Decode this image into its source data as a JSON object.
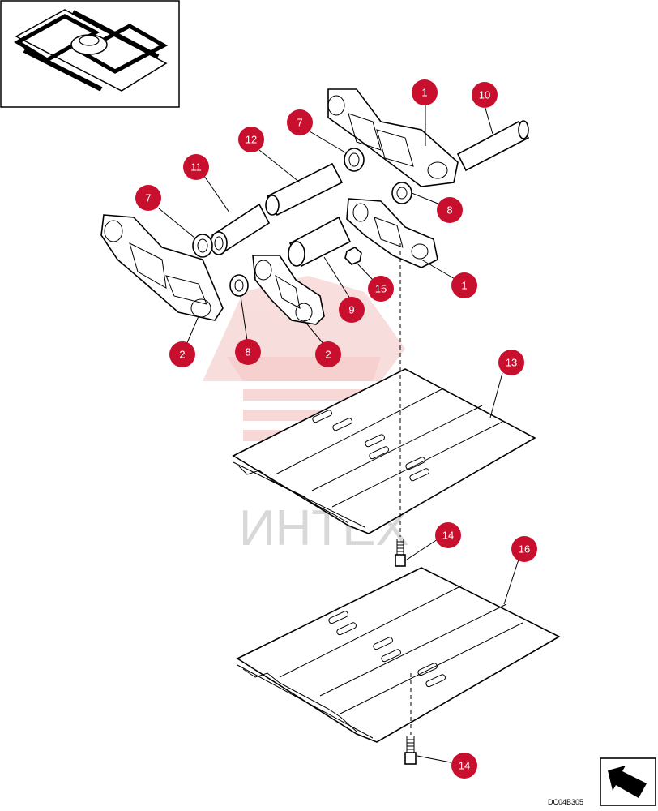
{
  "callouts": [
    {
      "id": "c1a",
      "label": "1"
    },
    {
      "id": "c10",
      "label": "10"
    },
    {
      "id": "c7a",
      "label": "7"
    },
    {
      "id": "c12",
      "label": "12"
    },
    {
      "id": "c11",
      "label": "11"
    },
    {
      "id": "c7b",
      "label": "7"
    },
    {
      "id": "c8a",
      "label": "8"
    },
    {
      "id": "c1b",
      "label": "1"
    },
    {
      "id": "c15",
      "label": "15"
    },
    {
      "id": "c9",
      "label": "9"
    },
    {
      "id": "c2a",
      "label": "2"
    },
    {
      "id": "c8b",
      "label": "8"
    },
    {
      "id": "c2b",
      "label": "2"
    },
    {
      "id": "c13",
      "label": "13"
    },
    {
      "id": "c14a",
      "label": "14"
    },
    {
      "id": "c16",
      "label": "16"
    },
    {
      "id": "c14b",
      "label": "14"
    }
  ],
  "colors": {
    "callout_fill": "#c8102e",
    "watermark": "#f4c2c2",
    "watermark_text": "#d8d8d8"
  },
  "watermark_text": "ИНТЕХ",
  "drawing_code": "DC04B305",
  "icons": [
    "machine-thumbnail-icon",
    "arrow-orientation-icon"
  ]
}
